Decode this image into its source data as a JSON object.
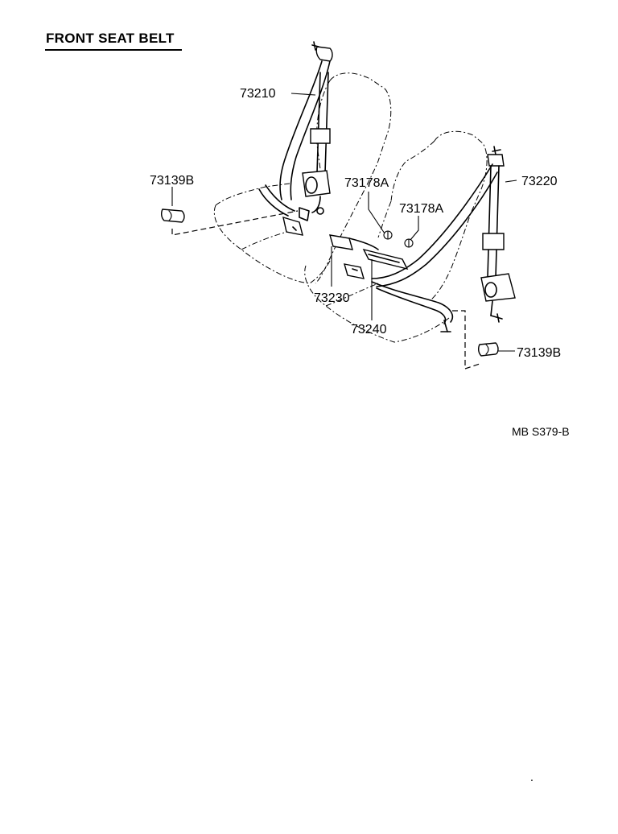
{
  "title": "FRONT SEAT BELT",
  "diagram_code": "MB S379-B",
  "parts": {
    "p73210": "73210",
    "p73220": "73220",
    "p73139b_left": "73139B",
    "p73139b_right": "73139B",
    "p73178a_upper": "73178A",
    "p73178a_lower": "73178A",
    "p73230": "73230",
    "p73240": "73240"
  },
  "footer_mark": "."
}
